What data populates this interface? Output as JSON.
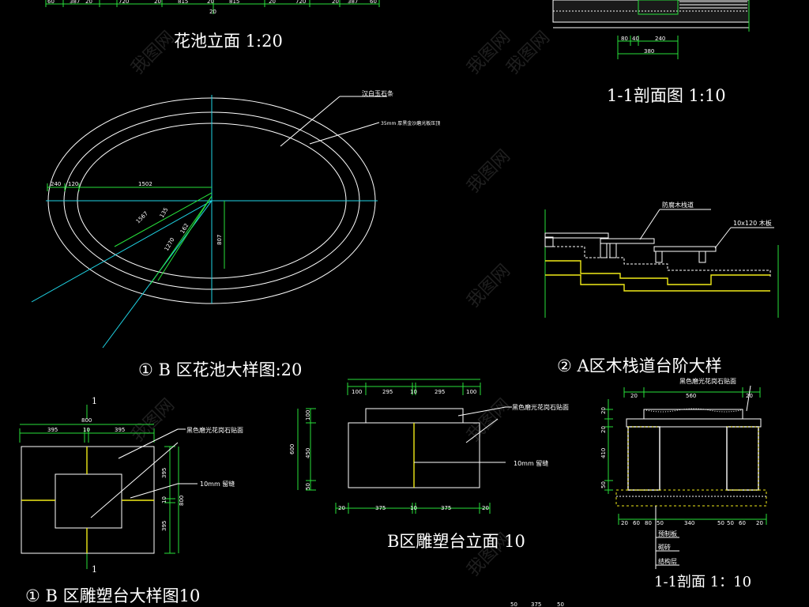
{
  "titles": {
    "flower_pool_elevation": "花池立面 1:20",
    "section_1_1_top": "1-1剖面图  1:10",
    "b_flower_pool_detail": "① B 区花池大样图:20",
    "a_boardwalk_steps": "② A区木栈道台阶大样",
    "b_sculpture_elevation": "B区雕塑台立面 10",
    "section_1_1_bottom": "1-1剖面  1：10",
    "b_sculpture_detail": "① B 区雕塑台大样图10"
  },
  "notes": {
    "white_jade_stone": "汉白玉石条",
    "cap_stone": "35mm 厚黑金沙磨光板压顶",
    "anticorrosive_wood": "防腐木栈道",
    "wood_board": "10x120 木板",
    "black_granite_1": "黑色磨光花岗石贴面",
    "seam_1": "10mm 留缝",
    "black_granite_2": "黑色磨光花岗石贴面",
    "seam_2": "10mm 留缝",
    "black_granite_3": "黑色磨光花岗石贴面",
    "precast_slab": "预制板",
    "brick": "砌砖",
    "structure_layer": "结构层"
  },
  "dims": {
    "top_strip": [
      "60",
      "387",
      "20",
      "720",
      "20",
      "815",
      "20",
      "815",
      "20",
      "720",
      "20",
      "387",
      "60"
    ],
    "top_strip_total": "20",
    "section_top": [
      "80",
      "40",
      "240"
    ],
    "section_top_total": "380",
    "ellipse_left": [
      "240",
      "120"
    ],
    "ellipse_half": "1502",
    "ellipse_vert": "807",
    "radius_a": "1567",
    "radius_b": "1270",
    "radius_c": "135",
    "radius_d": "162",
    "sculpture_plan_total": "800",
    "sculpture_plan_parts": [
      "395",
      "10",
      "395"
    ],
    "sculpture_plan_right": [
      "395",
      "10",
      "395"
    ],
    "sculpture_plan_right_total": "800",
    "elev_top": [
      "100",
      "295",
      "10",
      "295",
      "100"
    ],
    "elev_left_total": "600",
    "elev_left": [
      "100",
      "450",
      "50"
    ],
    "elev_bottom": [
      "20",
      "375",
      "10",
      "375",
      "20"
    ],
    "section2_top": [
      "20",
      "560",
      "20"
    ],
    "section2_left": [
      "20",
      "20",
      "410",
      "50"
    ],
    "section2_bottom": [
      "20",
      "60",
      "80",
      "50",
      "340",
      "50",
      "50",
      "60",
      "20"
    ],
    "section_mark": "1",
    "bottom_cutoff": [
      "50",
      "375",
      "50"
    ]
  },
  "watermark": "我图网"
}
